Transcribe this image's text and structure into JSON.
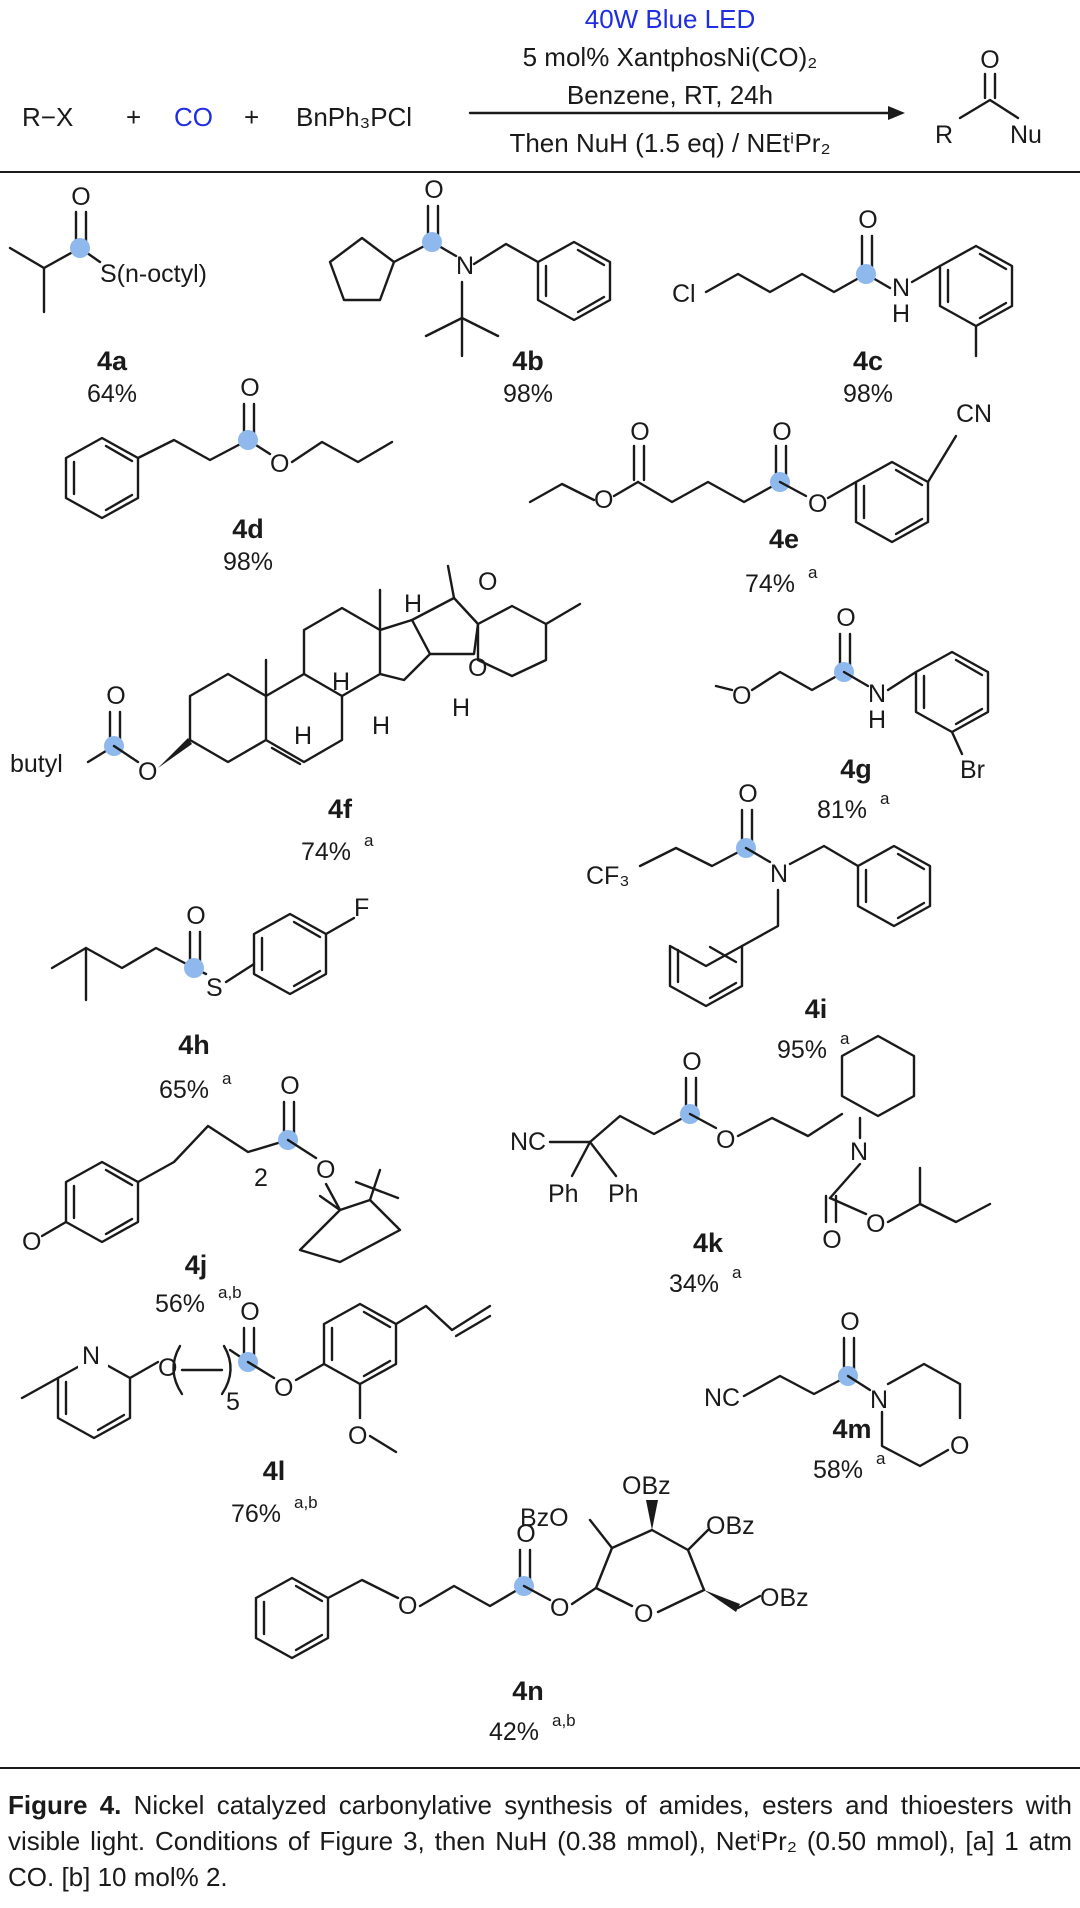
{
  "scheme": {
    "reactants": [
      "R−X",
      "+",
      "CO",
      "+",
      "BnPh₃PCl"
    ],
    "conditions_above": [
      "40W Blue LED",
      "5 mol% XantphosNi(CO)₂",
      "Benzene, RT, 24h"
    ],
    "conditions_below": "Then NuH (1.5 eq) / NEtⁱPr₂",
    "product_labels": {
      "R": "R",
      "Nu": "Nu",
      "O": "O"
    },
    "colors": {
      "light_blue_marker": "#8fb8ec",
      "reagent_blue": "#1f2ee0"
    }
  },
  "compounds": [
    {
      "id": "4a",
      "yield": "64%",
      "note": ""
    },
    {
      "id": "4b",
      "yield": "98%",
      "note": ""
    },
    {
      "id": "4c",
      "yield": "98%",
      "note": ""
    },
    {
      "id": "4d",
      "yield": "98%",
      "note": ""
    },
    {
      "id": "4e",
      "yield": "74%",
      "note": "a"
    },
    {
      "id": "4f",
      "yield": "74%",
      "note": "a"
    },
    {
      "id": "4g",
      "yield": "81%",
      "note": "a"
    },
    {
      "id": "4h",
      "yield": "65%",
      "note": "a"
    },
    {
      "id": "4i",
      "yield": "95%",
      "note": "a"
    },
    {
      "id": "4j",
      "yield": "56%",
      "note": "a,b"
    },
    {
      "id": "4k",
      "yield": "34%",
      "note": "a"
    },
    {
      "id": "4l",
      "yield": "76%",
      "note": "a,b"
    },
    {
      "id": "4m",
      "yield": "58%",
      "note": "a"
    },
    {
      "id": "4n",
      "yield": "42%",
      "note": "a,b"
    }
  ],
  "atom_labels": {
    "S_noctyl": "S(n-octyl)",
    "Cl": "Cl",
    "H": "H",
    "N": "N",
    "O": "O",
    "S": "S",
    "F": "F",
    "CN": "CN",
    "NC": "NC",
    "Br": "Br",
    "CF3": "CF₃",
    "Ph": "Ph",
    "butyl": "butyl",
    "OBz": "OBz",
    "BzO": "BzO",
    "sub2": "2",
    "sub5": "5"
  },
  "caption": {
    "label": "Figure 4.",
    "text": "Nickel catalyzed carbonylative synthesis of amides, esters and thioesters with visible light. Conditions of Figure 3, then NuH (0.38 mmol), NetⁱPr₂ (0.50 mmol),  [a] 1 atm CO. [b] 10 mol% 2."
  }
}
